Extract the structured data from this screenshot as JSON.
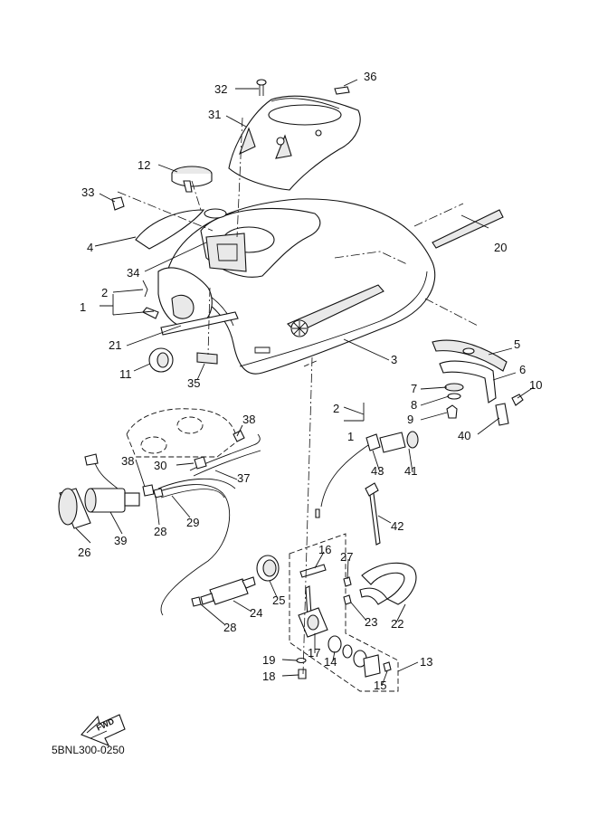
{
  "diagram": {
    "code": "5BNL300-0250",
    "direction_arrow_label": "FWD",
    "parts": [
      {
        "id": "p1a",
        "num": "1"
      },
      {
        "id": "p1b",
        "num": "1"
      },
      {
        "id": "p2a",
        "num": "2"
      },
      {
        "id": "p2b",
        "num": "2"
      },
      {
        "id": "p3",
        "num": "3"
      },
      {
        "id": "p4",
        "num": "4"
      },
      {
        "id": "p5",
        "num": "5"
      },
      {
        "id": "p6",
        "num": "6"
      },
      {
        "id": "p7",
        "num": "7"
      },
      {
        "id": "p8",
        "num": "8"
      },
      {
        "id": "p9",
        "num": "9"
      },
      {
        "id": "p10",
        "num": "10"
      },
      {
        "id": "p11",
        "num": "11"
      },
      {
        "id": "p12",
        "num": "12"
      },
      {
        "id": "p13",
        "num": "13"
      },
      {
        "id": "p14",
        "num": "14"
      },
      {
        "id": "p15",
        "num": "15"
      },
      {
        "id": "p16",
        "num": "16"
      },
      {
        "id": "p17",
        "num": "17"
      },
      {
        "id": "p18",
        "num": "18"
      },
      {
        "id": "p19",
        "num": "19"
      },
      {
        "id": "p20",
        "num": "20"
      },
      {
        "id": "p21",
        "num": "21"
      },
      {
        "id": "p22",
        "num": "22"
      },
      {
        "id": "p23",
        "num": "23"
      },
      {
        "id": "p24",
        "num": "24"
      },
      {
        "id": "p25",
        "num": "25"
      },
      {
        "id": "p26",
        "num": "26"
      },
      {
        "id": "p27",
        "num": "27"
      },
      {
        "id": "p28a",
        "num": "28"
      },
      {
        "id": "p28b",
        "num": "28"
      },
      {
        "id": "p29",
        "num": "29"
      },
      {
        "id": "p30",
        "num": "30"
      },
      {
        "id": "p31",
        "num": "31"
      },
      {
        "id": "p32",
        "num": "32"
      },
      {
        "id": "p33",
        "num": "33"
      },
      {
        "id": "p34",
        "num": "34"
      },
      {
        "id": "p35",
        "num": "35"
      },
      {
        "id": "p36",
        "num": "36"
      },
      {
        "id": "p37",
        "num": "37"
      },
      {
        "id": "p38a",
        "num": "38"
      },
      {
        "id": "p38b",
        "num": "38"
      },
      {
        "id": "p39",
        "num": "39"
      },
      {
        "id": "p40",
        "num": "40"
      },
      {
        "id": "p41",
        "num": "41"
      },
      {
        "id": "p42",
        "num": "42"
      },
      {
        "id": "p43",
        "num": "43"
      }
    ]
  }
}
